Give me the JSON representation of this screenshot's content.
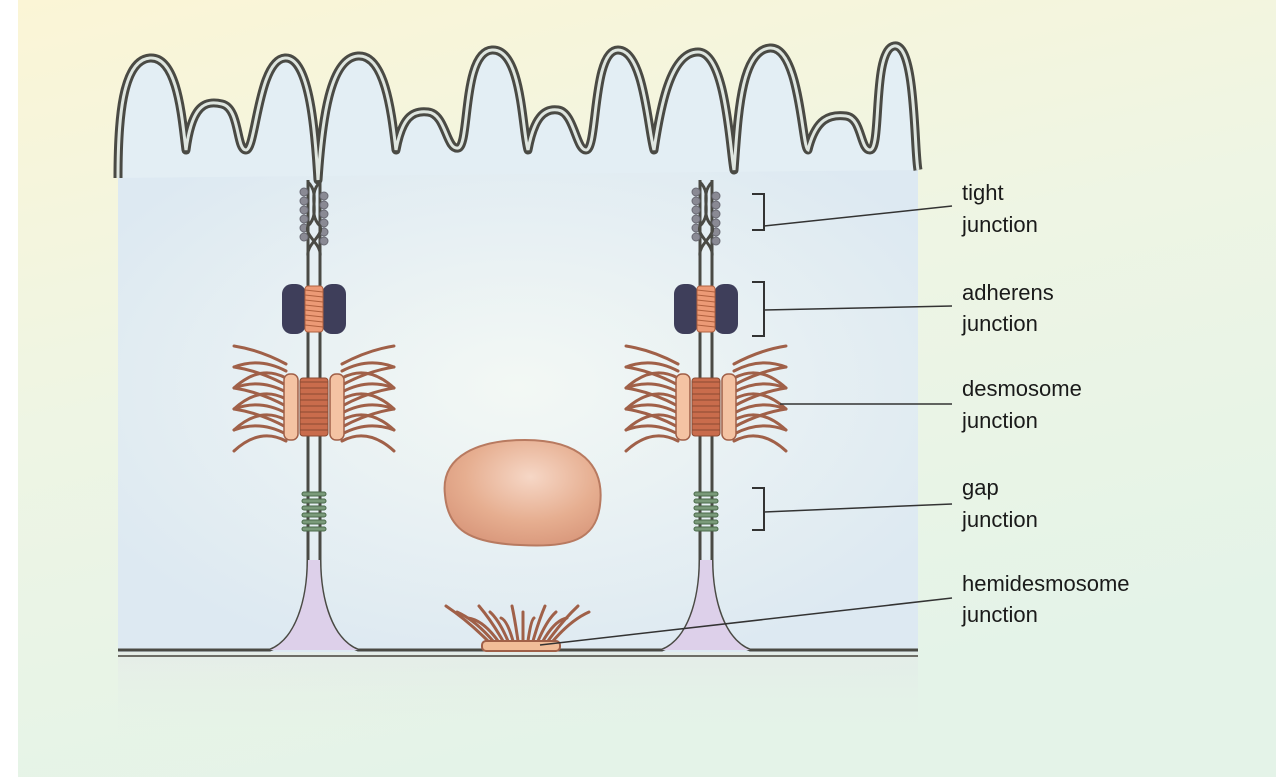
{
  "diagram": {
    "colors": {
      "background_top": "#fbf5d6",
      "background_bottom": "#e4f3e8",
      "cell_fill": "#e3eef4",
      "basal_lamina": "#ded2ec",
      "membrane": "#4a4a44",
      "nucleus": "#e2a483",
      "tight_junction": "#6a6a74",
      "adherens_dense": "#3e3e5a",
      "adherens_core": "#ec9a76",
      "desmosome_filaments": "#a06048",
      "desmosome_plaque": "#f4c3a3",
      "gap_junction": "#4a6a4a",
      "label_line": "#333333"
    },
    "labels": [
      {
        "id": "tight",
        "lines": [
          "tight",
          "junction"
        ],
        "bracket": true
      },
      {
        "id": "adherens",
        "lines": [
          "adherens",
          "junction"
        ],
        "bracket": true
      },
      {
        "id": "desmosome",
        "lines": [
          "desmosome",
          "junction"
        ],
        "bracket": false
      },
      {
        "id": "gap",
        "lines": [
          "gap",
          "junction"
        ],
        "bracket": true
      },
      {
        "id": "hemidesmosome",
        "lines": [
          "hemidesmosome",
          "junction"
        ],
        "bracket": false
      }
    ]
  }
}
